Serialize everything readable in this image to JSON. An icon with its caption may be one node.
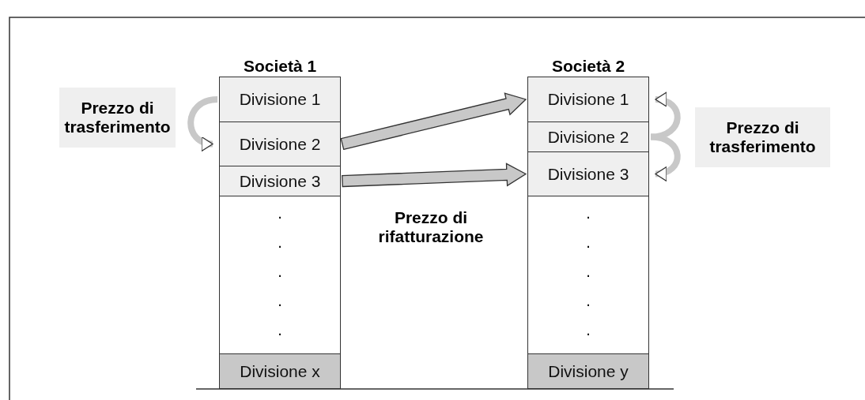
{
  "diagram": {
    "nodes": [
      {
        "text": [
          "Società 1"
        ]
      },
      {
        "text": [
          "Divisione 1"
        ],
        "in": 0
      },
      {
        "text": [
          "Divisione 2"
        ],
        "in": 0
      },
      {
        "text": [
          "Divisione 3"
        ],
        "in": 0
      },
      {
        "text": [
          "Divisione x"
        ],
        "in": 0
      },
      {
        "text": [
          "Società 2"
        ]
      },
      {
        "text": [
          "Divisione 1"
        ],
        "in": 5
      },
      {
        "text": [
          "Divisione 2"
        ],
        "in": 5
      },
      {
        "text": [
          "Divisione 3"
        ],
        "in": 5
      },
      {
        "text": [
          "Divisione y"
        ],
        "in": 5
      },
      {
        "text": [
          "Prezzo di trasferimento"
        ]
      },
      {
        "text": [
          "Prezzo di trasferimento"
        ]
      }
    ],
    "edges": [
      {
        "from": 1,
        "to": 2,
        "arrow": "to"
      },
      {
        "from": 2,
        "to": 6,
        "arrow": "to"
      },
      {
        "from": 3,
        "to": 8,
        "arrow": "to",
        "label": "Prezzo di rifatturazione"
      },
      {
        "from": 7,
        "to": 6,
        "arrow": "to"
      },
      {
        "from": 7,
        "to": 8,
        "arrow": "to"
      }
    ],
    "labels": [
      ". . . . .",
      ". . . . ."
    ]
  }
}
